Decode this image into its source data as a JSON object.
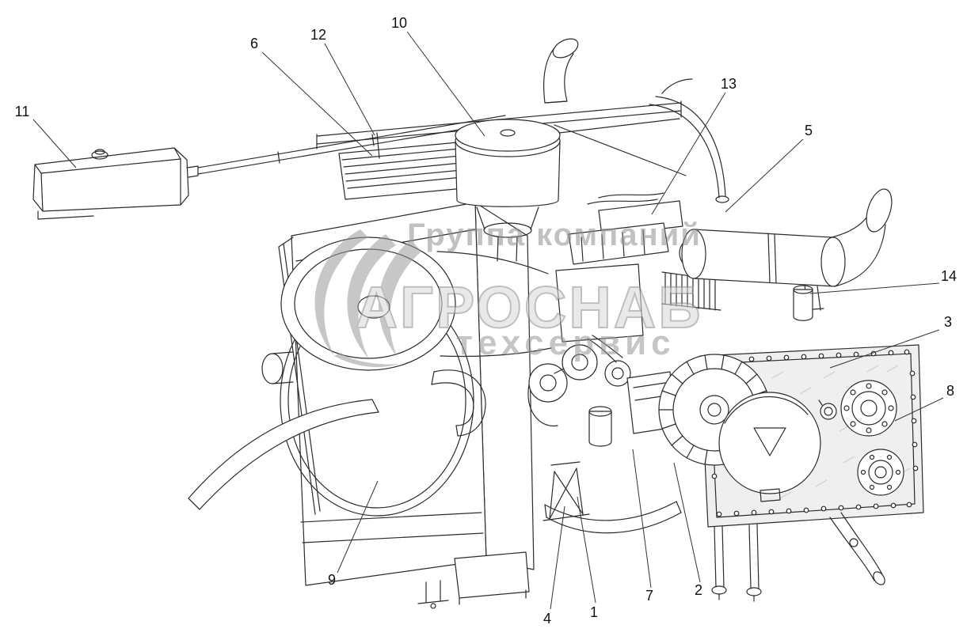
{
  "diagram": {
    "colors": {
      "background": "#ffffff",
      "line": "#2b2b2b",
      "watermark": "#9a9a9a"
    },
    "watermark": {
      "line1": "Группа компаний",
      "line2": "АГРОСНАБ",
      "line3": "техсервис"
    },
    "callouts": [
      {
        "label": "1"
      },
      {
        "label": "2"
      },
      {
        "label": "3"
      },
      {
        "label": "4"
      },
      {
        "label": "5"
      },
      {
        "label": "6"
      },
      {
        "label": "7"
      },
      {
        "label": "8"
      },
      {
        "label": "9"
      },
      {
        "label": "10"
      },
      {
        "label": "11"
      },
      {
        "label": "12"
      },
      {
        "label": "13"
      },
      {
        "label": "14"
      }
    ]
  }
}
